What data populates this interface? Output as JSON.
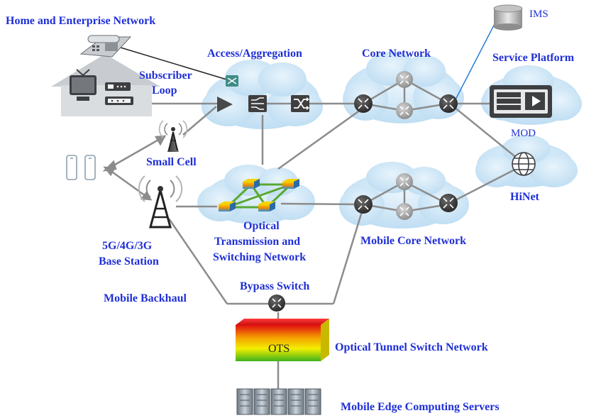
{
  "labels": {
    "home_enterprise": "Home and Enterprise Network",
    "access_aggregation": "Access/Aggregation",
    "core_network": "Core Network",
    "service_platform": "Service Platform",
    "ims": "IMS",
    "subscriber": "Subscriber",
    "loop": "Loop",
    "small_cell": "Small Cell",
    "mod": "MOD",
    "hinet": "HiNet",
    "optical_1": "Optical",
    "optical_2": "Transmission and",
    "optical_3": "Switching Network",
    "mobile_core": "Mobile Core Network",
    "base_station_1": "5G/4G/3G",
    "base_station_2": "Base Station",
    "bypass_switch": "Bypass Switch",
    "mobile_backhaul": "Mobile Backhaul",
    "ots": "OTS",
    "ots_network": "Optical Tunnel Switch Network",
    "mec_servers": "Mobile Edge Computing Servers"
  },
  "colors": {
    "label_blue": "#1f2fd6",
    "cloud_fill": "#cfe6f7",
    "router_dark": "#3a3a3a",
    "router_light": "#a9a9a9",
    "link_gray": "#8c8c8c",
    "ims_link": "#2a7fd4",
    "optical_link": "#5aa832"
  }
}
